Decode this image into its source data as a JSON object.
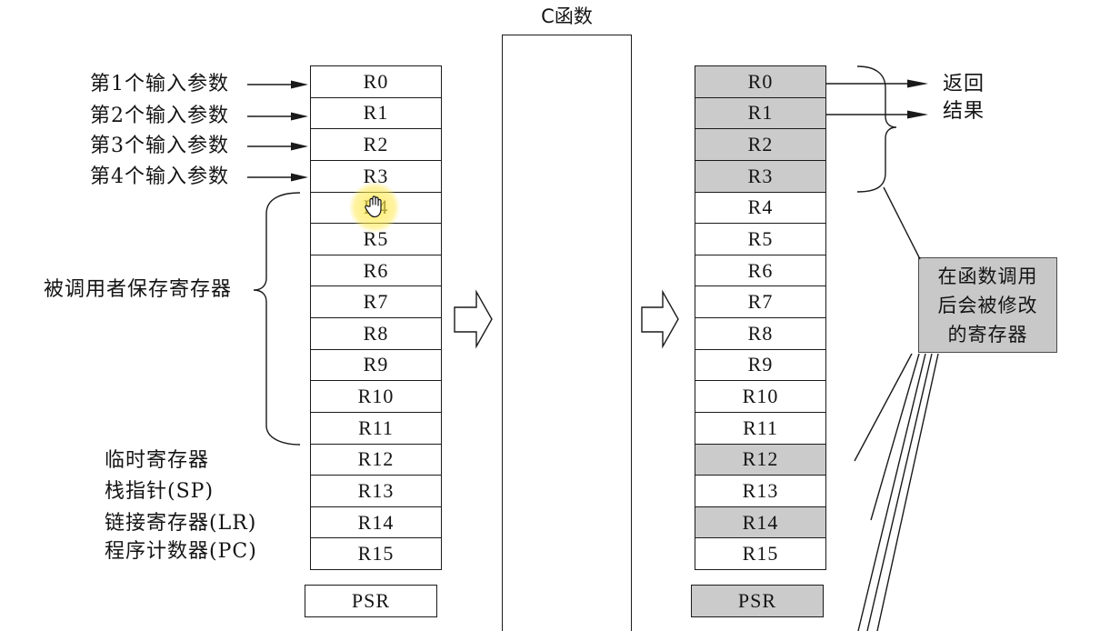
{
  "function_title": "C函数",
  "input_params": [
    "第1个输入参数",
    "第2个输入参数",
    "第3个输入参数",
    "第4个输入参数"
  ],
  "callee_saved_label": "被调用者保存寄存器",
  "special_labels": [
    "临时寄存器",
    "栈指针(SP)",
    "链接寄存器(LR)",
    "程序计数器(PC)"
  ],
  "left_column": {
    "registers": [
      "R0",
      "R1",
      "R2",
      "R3",
      "R4",
      "R5",
      "R6",
      "R7",
      "R8",
      "R9",
      "R10",
      "R11",
      "R12",
      "R13",
      "R14",
      "R15"
    ],
    "psr": "PSR"
  },
  "right_column": {
    "registers": [
      {
        "label": "R0",
        "shaded": true
      },
      {
        "label": "R1",
        "shaded": true
      },
      {
        "label": "R2",
        "shaded": true
      },
      {
        "label": "R3",
        "shaded": true
      },
      {
        "label": "R4",
        "shaded": false
      },
      {
        "label": "R5",
        "shaded": false
      },
      {
        "label": "R6",
        "shaded": false
      },
      {
        "label": "R7",
        "shaded": false
      },
      {
        "label": "R8",
        "shaded": false
      },
      {
        "label": "R9",
        "shaded": false
      },
      {
        "label": "R10",
        "shaded": false
      },
      {
        "label": "R11",
        "shaded": false
      },
      {
        "label": "R12",
        "shaded": true
      },
      {
        "label": "R13",
        "shaded": false
      },
      {
        "label": "R14",
        "shaded": true
      },
      {
        "label": "R15",
        "shaded": false
      }
    ],
    "psr": {
      "label": "PSR",
      "shaded": true
    }
  },
  "return_label": [
    "返回",
    "结果"
  ],
  "note_box": [
    "在函数调用",
    "后会被修改",
    "的寄存器"
  ],
  "colors": {
    "shaded_fill": "#cbcbcb",
    "note_fill": "#c8c8c8",
    "line": "#1a1a1a",
    "cursor_highlight": "#ffe94d"
  },
  "cursor": {
    "icon": "hand-cursor-icon"
  }
}
